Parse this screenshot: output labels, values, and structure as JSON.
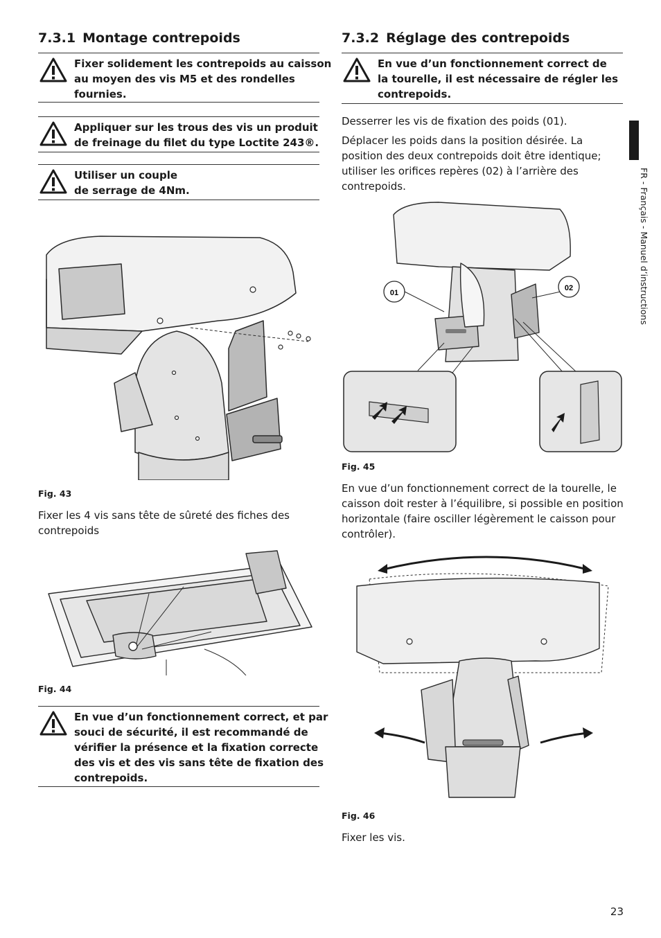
{
  "left": {
    "section": {
      "number": "7.3.1",
      "title": "Montage contrepoids"
    },
    "warning1": [
      "Fixer solidement les contrepoids au caisson",
      "au moyen des vis M5 et des rondelles",
      "fournies."
    ],
    "warning2": [
      "Appliquer sur les trous des vis un produit",
      "de freinage du filet du type Loctite 243®."
    ],
    "warning3": [
      "Utiliser un couple",
      "de serrage de 4Nm."
    ],
    "fig43_caption": "Fig. 43",
    "para1": [
      "Fixer les 4 vis sans tête de sûreté des fiches des",
      "contrepoids"
    ],
    "fig44_caption": "Fig. 44",
    "warning4": [
      "En vue d’un fonctionnement correct, et par",
      "souci de sécurité, il est recommandé de",
      "vérifier la présence et la fixation correcte",
      "des vis et des vis sans tête de fixation des",
      "contrepoids."
    ]
  },
  "right": {
    "section": {
      "number": "7.3.2",
      "title": "Réglage des contrepoids"
    },
    "warning1": [
      "En vue d’un fonctionnement correct de",
      "la tourelle, il est nécessaire de régler les",
      "contrepoids."
    ],
    "para1": [
      "Desserrer les vis de fixation des poids (01)."
    ],
    "para2": [
      "Déplacer les poids dans la position désirée. La",
      "position des deux contrepoids doit être identique;",
      "utiliser les orifices repères (02) à l’arrière des",
      "contrepoids."
    ],
    "fig45": {
      "label1": "01",
      "label2": "02",
      "caption": "Fig. 45"
    },
    "para3": [
      "En vue d’un fonctionnement correct de la tourelle, le",
      "caisson doit rester à l’équilibre, si possible en position",
      "horizontale (faire osciller légèrement le caisson pour",
      "contrôler)."
    ],
    "fig46_caption": "Fig. 46",
    "para4": [
      "Fixer les vis."
    ]
  },
  "sidebar_text": "FR - Français - Manuel d’instructions",
  "page_number": "23"
}
